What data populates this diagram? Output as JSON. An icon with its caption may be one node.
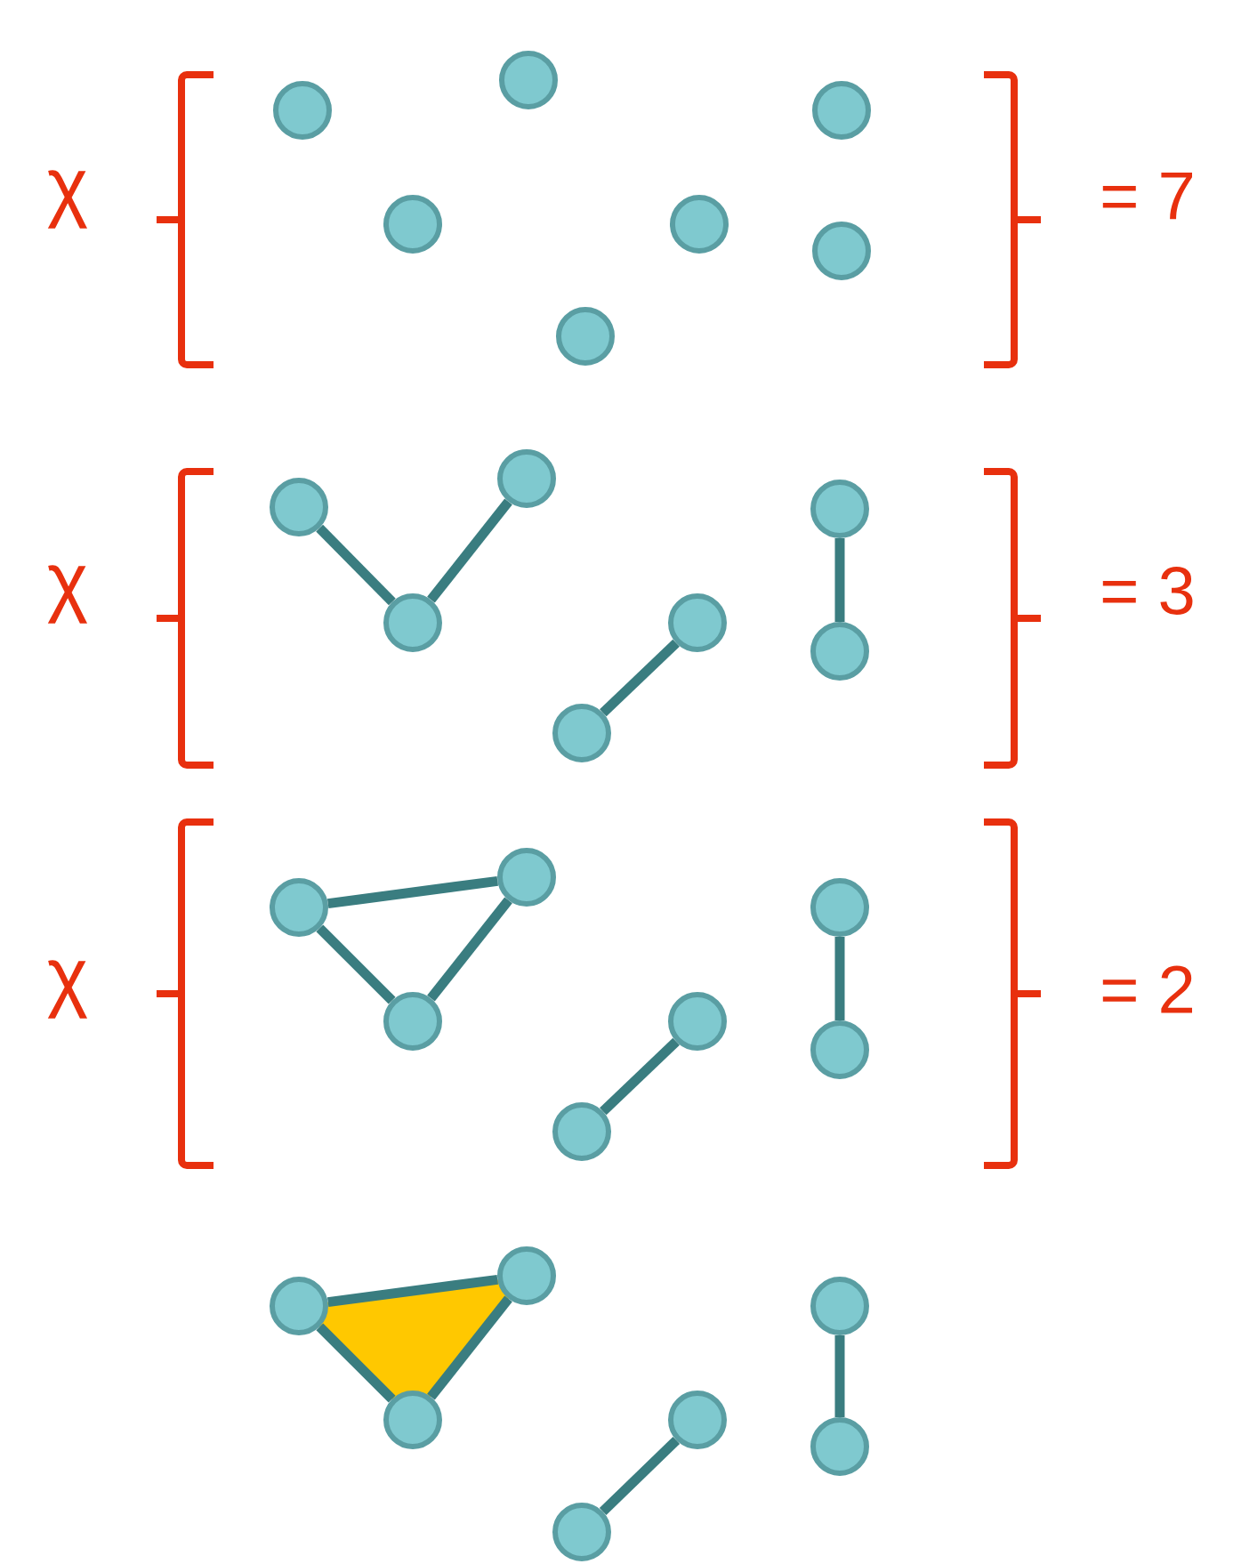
{
  "diagram": {
    "nodes": [
      {
        "text": [],
        "shape": "circle"
      },
      {
        "text": [],
        "shape": "circle"
      },
      {
        "text": [],
        "shape": "circle"
      },
      {
        "text": [],
        "shape": "circle"
      },
      {
        "text": [],
        "shape": "circle"
      },
      {
        "text": [],
        "shape": "circle"
      },
      {
        "text": [],
        "shape": "circle"
      },
      {
        "text": [],
        "shape": "circle"
      },
      {
        "text": [],
        "shape": "circle"
      },
      {
        "text": [],
        "shape": "circle"
      },
      {
        "text": [],
        "shape": "circle"
      },
      {
        "text": [],
        "shape": "circle"
      },
      {
        "text": [],
        "shape": "circle"
      },
      {
        "text": [],
        "shape": "circle"
      },
      {
        "text": [],
        "shape": "circle"
      },
      {
        "text": [],
        "shape": "circle"
      },
      {
        "text": [],
        "shape": "circle"
      },
      {
        "text": [],
        "shape": "circle"
      },
      {
        "text": [],
        "shape": "circle"
      },
      {
        "text": [],
        "shape": "circle"
      },
      {
        "text": [],
        "shape": "circle"
      },
      {
        "text": [],
        "shape": "circle"
      },
      {
        "text": [],
        "shape": "circle"
      },
      {
        "text": [],
        "shape": "circle"
      },
      {
        "text": [],
        "shape": "circle"
      },
      {
        "text": [],
        "shape": "circle"
      },
      {
        "text": [],
        "shape": "circle"
      },
      {
        "text": [],
        "shape": "circle"
      }
    ],
    "edges": [
      {
        "from": 7,
        "to": 8,
        "arrow": "none"
      },
      {
        "from": 8,
        "to": 9,
        "arrow": "none"
      },
      {
        "from": 10,
        "to": 11,
        "arrow": "none"
      },
      {
        "from": 12,
        "to": 13,
        "arrow": "none"
      },
      {
        "from": 14,
        "to": 16,
        "arrow": "none"
      },
      {
        "from": 14,
        "to": 15,
        "arrow": "none"
      },
      {
        "from": 15,
        "to": 16,
        "arrow": "none"
      },
      {
        "from": 17,
        "to": 18,
        "arrow": "none"
      },
      {
        "from": 19,
        "to": 20,
        "arrow": "none"
      },
      {
        "from": 21,
        "to": 23,
        "arrow": "none"
      },
      {
        "from": 21,
        "to": 22,
        "arrow": "none"
      },
      {
        "from": 22,
        "to": 23,
        "arrow": "none"
      },
      {
        "from": 24,
        "to": 25,
        "arrow": "none"
      },
      {
        "from": 26,
        "to": 27,
        "arrow": "none"
      }
    ],
    "labels": [
      "χ",
      "= 7",
      "χ",
      "= 3",
      "χ",
      "= 2"
    ]
  }
}
